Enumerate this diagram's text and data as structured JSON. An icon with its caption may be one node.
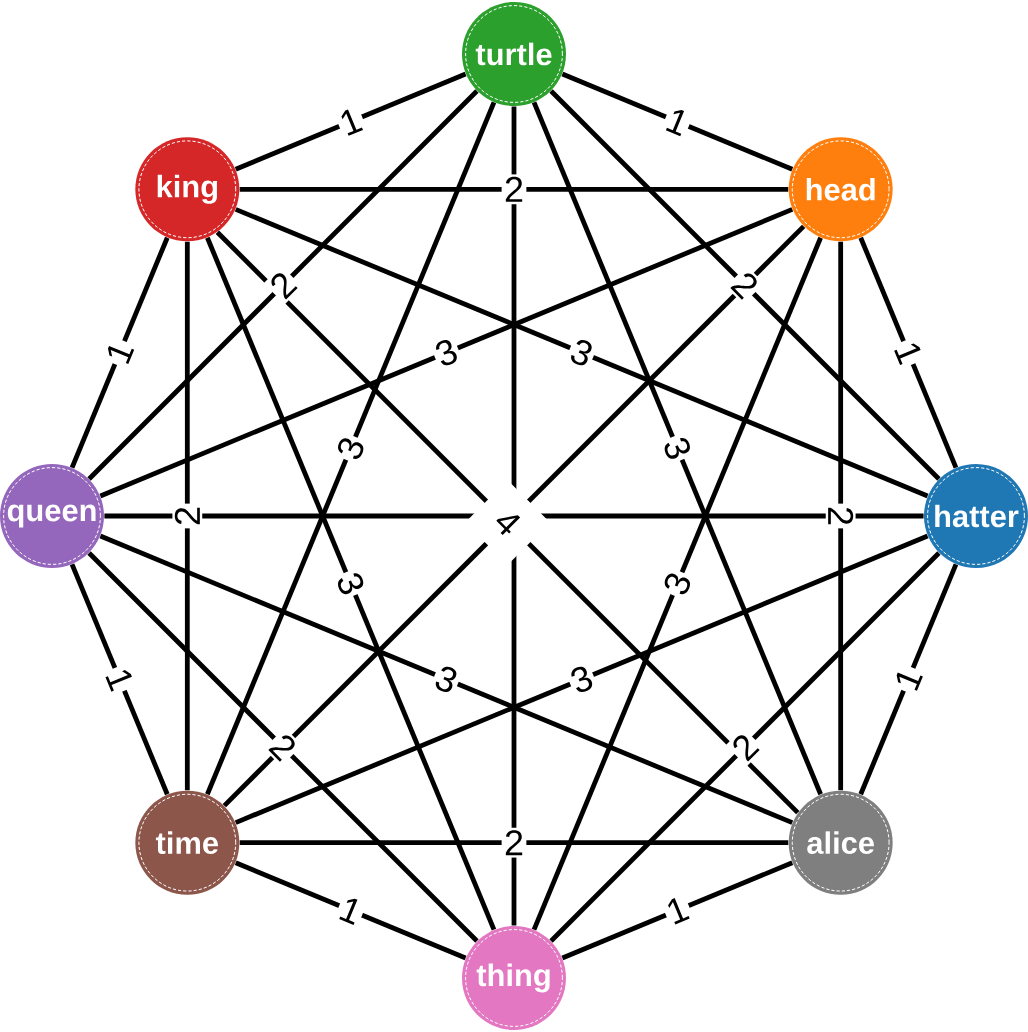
{
  "diagram": {
    "nodes": [
      {
        "text": [
          "turtle"
        ]
      },
      {
        "text": [
          "head"
        ]
      },
      {
        "text": [
          "hatter"
        ]
      },
      {
        "text": [
          "alice"
        ]
      },
      {
        "text": [
          "thing"
        ]
      },
      {
        "text": [
          "time"
        ]
      },
      {
        "text": [
          "queen"
        ]
      },
      {
        "text": [
          "king"
        ]
      }
    ],
    "edges": [
      {
        "from": 0,
        "to": 1,
        "arrow": "none",
        "label": "1"
      },
      {
        "from": 0,
        "to": 2,
        "arrow": "none",
        "label": "2"
      },
      {
        "from": 0,
        "to": 3,
        "arrow": "none",
        "label": "3"
      },
      {
        "from": 0,
        "to": 4,
        "arrow": "none"
      },
      {
        "from": 0,
        "to": 5,
        "arrow": "none",
        "label": "3"
      },
      {
        "from": 0,
        "to": 6,
        "arrow": "none",
        "label": "2"
      },
      {
        "from": 0,
        "to": 7,
        "arrow": "none",
        "label": "1"
      },
      {
        "from": 1,
        "to": 2,
        "arrow": "none",
        "label": "1"
      },
      {
        "from": 1,
        "to": 3,
        "arrow": "none",
        "label": "2"
      },
      {
        "from": 1,
        "to": 4,
        "arrow": "none",
        "label": "3"
      },
      {
        "from": 1,
        "to": 5,
        "arrow": "none"
      },
      {
        "from": 1,
        "to": 6,
        "arrow": "none",
        "label": "3"
      },
      {
        "from": 1,
        "to": 7,
        "arrow": "none",
        "label": "2"
      },
      {
        "from": 2,
        "to": 3,
        "arrow": "none",
        "label": "1"
      },
      {
        "from": 2,
        "to": 4,
        "arrow": "none",
        "label": "2"
      },
      {
        "from": 2,
        "to": 5,
        "arrow": "none",
        "label": "3"
      },
      {
        "from": 2,
        "to": 6,
        "arrow": "none"
      },
      {
        "from": 2,
        "to": 7,
        "arrow": "none",
        "label": "3"
      },
      {
        "from": 3,
        "to": 4,
        "arrow": "none",
        "label": "1"
      },
      {
        "from": 3,
        "to": 5,
        "arrow": "none",
        "label": "2"
      },
      {
        "from": 3,
        "to": 6,
        "arrow": "none",
        "label": "3"
      },
      {
        "from": 3,
        "to": 7,
        "arrow": "none",
        "label": "4"
      },
      {
        "from": 4,
        "to": 5,
        "arrow": "none",
        "label": "1"
      },
      {
        "from": 4,
        "to": 6,
        "arrow": "none",
        "label": "2"
      },
      {
        "from": 4,
        "to": 7,
        "arrow": "none",
        "label": "3"
      },
      {
        "from": 5,
        "to": 6,
        "arrow": "none",
        "label": "1"
      },
      {
        "from": 5,
        "to": 7,
        "arrow": "none",
        "label": "2"
      },
      {
        "from": 6,
        "to": 7,
        "arrow": "none",
        "label": "1"
      }
    ]
  }
}
